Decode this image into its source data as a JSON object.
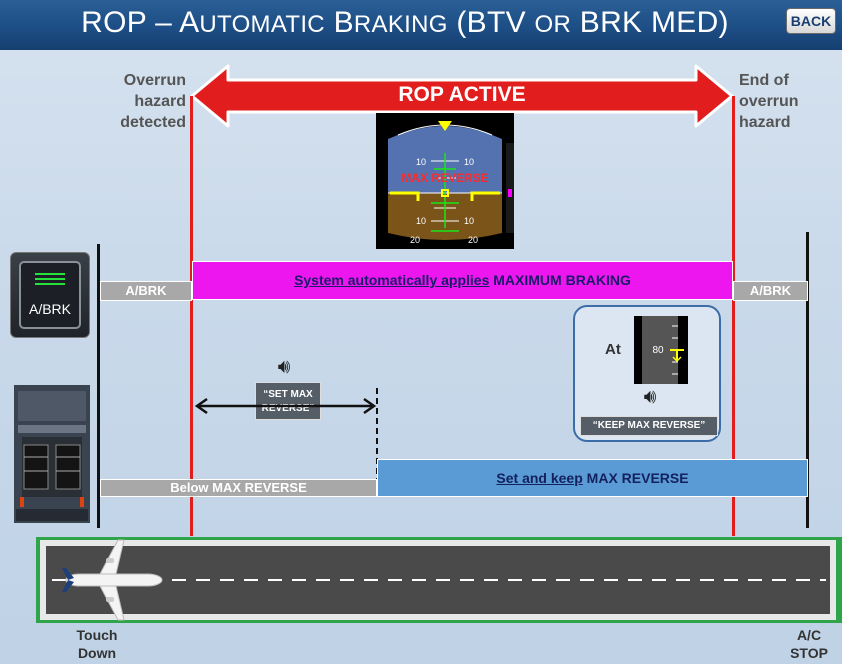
{
  "header": {
    "title_prefix": "ROP – A",
    "title_sc1": "UTOMATIC",
    "title_b": " B",
    "title_sc2": "RAKING",
    "title_paren": " (BTV ",
    "title_or": "OR",
    "title_end": " BRK MED)",
    "back_label": "BACK"
  },
  "labels": {
    "left_top": [
      "Overrun",
      "hazard",
      "detected"
    ],
    "right_top": [
      "End of",
      "overrun",
      "hazard"
    ],
    "rop_active": "ROP   ACTIVE",
    "touch_down": [
      "Touch",
      "Down"
    ],
    "ac_stop": [
      "A/C",
      "STOP"
    ]
  },
  "pfd": {
    "message": "MAX REVERSE",
    "pitch_marks": [
      "10",
      "10",
      "10",
      "10",
      "20",
      "20"
    ]
  },
  "abrk_panel": {
    "label": "A/BRK"
  },
  "bars": {
    "abrk_left": "A/BRK",
    "abrk_right": "A/BRK",
    "braking_u": "System automatically applies",
    "braking_rest": " MAXIMUM BRAKING",
    "below_max_rev": "Below MAX REVERSE",
    "set_keep_u": "Set and keep",
    "set_keep_rest": " MAX REVERSE"
  },
  "callouts": {
    "set_max_reverse": [
      "“SET MAX",
      "REVERSE”"
    ],
    "keep_max_reverse": "“KEEP  MAX REVERSE”",
    "at_label": "At",
    "speed_value": "80"
  },
  "colors": {
    "header_blue": "#1d4e86",
    "rop_red": "#e11d1d",
    "magenta": "#ee16ee",
    "reverse_blue": "#5b9bd5",
    "runway_green": "#2ea44b"
  },
  "icons": {
    "speaker": "speaker-icon",
    "airplane": "airplane-icon",
    "double_arrow": "double-arrow-icon"
  }
}
